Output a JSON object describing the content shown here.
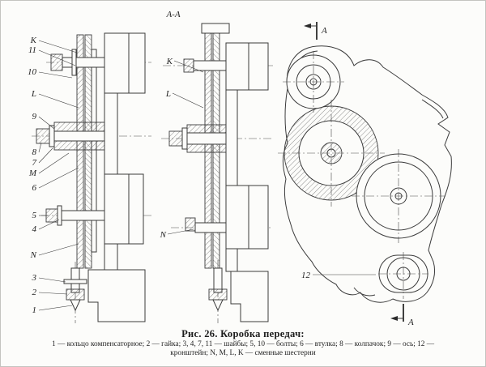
{
  "colors": {
    "paper": "#fcfcfa",
    "ink": "#3b3b3b"
  },
  "figure": {
    "caption": {
      "title": "Рис. 26. Коробка передач:",
      "legend_line1": "1 — кольцо компенсаторное; 2 — гайка; 3, 4, 7, 11 — шайбы; 5, 10 — болты; 6 — втулка; 8 — колпачок; 9 — ось; 12 —",
      "legend_line2": "кронштейн; N, M, L, K — сменные шестерни"
    },
    "views": {
      "left": {
        "labels": [
          "K",
          "11",
          "10",
          "L",
          "9",
          "8",
          "7",
          "M",
          "6",
          "5",
          "4",
          "N",
          "3",
          "2",
          "1"
        ]
      },
      "middle": {
        "title": "A-A",
        "labels": [
          "K",
          "L",
          "N"
        ]
      },
      "right": {
        "section_label_top": "A",
        "section_label_bottom": "A",
        "bracket_label": "12"
      }
    }
  }
}
